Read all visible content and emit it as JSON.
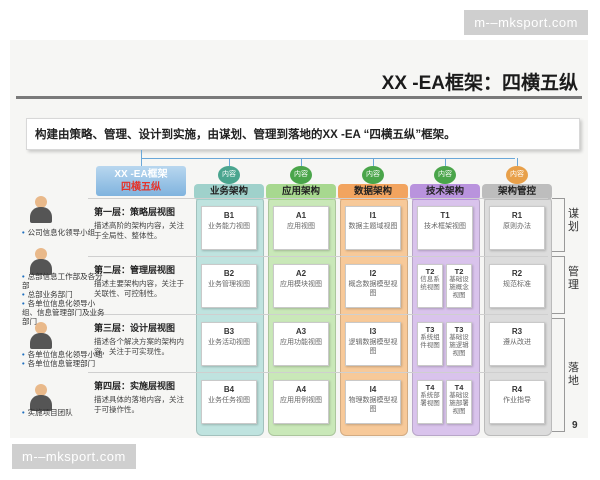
{
  "watermark_top": "m-–mksport.com",
  "watermark_bottom": "m-–mksport.com",
  "title": "XX -EA框架：四横五纵",
  "subtitle": "构建由策略、管理、设计到实施，由谋划、管理到落地的XX -EA “四横五纵”框架。",
  "frame_label": {
    "line1": "XX -EA框架",
    "line2": "四横五纵"
  },
  "badge_text": "内\n容",
  "columns": [
    {
      "name": "业务架构",
      "color": "#bfe3df",
      "head": "#9fd1cb",
      "badge": "#4aa58f"
    },
    {
      "name": "应用架构",
      "color": "#c9e8b8",
      "head": "#a7d88f",
      "badge": "#4aa54a"
    },
    {
      "name": "数据架构",
      "color": "#f7c999",
      "head": "#f2a45f",
      "badge": "#4aa54a"
    },
    {
      "name": "技术架构",
      "color": "#d9c3ec",
      "head": "#b993dd",
      "badge": "#4aa54a"
    },
    {
      "name": "架构管控",
      "color": "#dcdcdc",
      "head": "#bdbdbd",
      "badge": "#e8a04a"
    }
  ],
  "rows": [
    {
      "title": "第一层：策略层视图",
      "desc": "描述高阶的架构内容，关注于全局性、整体性。"
    },
    {
      "title": "第二层：管理层视图",
      "desc": "描述主要架构内容，关注于关联性、可控制性。"
    },
    {
      "title": "第三层：设计层视图",
      "desc": "描述各个解决方案的架构内容，关注于可实现性。"
    },
    {
      "title": "第四层：实施层视图",
      "desc": "描述具体的落地内容，关注于可操作性。"
    }
  ],
  "cells": {
    "r1": [
      {
        "code": "B1",
        "lbl": "业务能力视图"
      },
      {
        "code": "A1",
        "lbl": "应用视图"
      },
      {
        "code": "I1",
        "lbl": "数据主题域视图"
      },
      {
        "code": "T1",
        "lbl": "技术框架视图"
      },
      {
        "code": "R1",
        "lbl": "原则办法"
      }
    ],
    "r2": [
      {
        "code": "B2",
        "lbl": "业务管理视图"
      },
      {
        "code": "A2",
        "lbl": "应用模块视图"
      },
      {
        "code": "I2",
        "lbl": "概念数据模型视图"
      },
      {
        "code": "T2a",
        "disp": "T2",
        "lbl": "信息系统视图"
      },
      {
        "code": "T2b",
        "disp": "T2",
        "lbl": "基础设施概念视图"
      },
      {
        "code": "R2",
        "lbl": "规范标准"
      }
    ],
    "r3": [
      {
        "code": "B3",
        "lbl": "业务活动视图"
      },
      {
        "code": "A3",
        "lbl": "应用功能视图"
      },
      {
        "code": "I3",
        "lbl": "逻辑数据模型视图"
      },
      {
        "code": "T3a",
        "disp": "T3",
        "lbl": "系统组件视图"
      },
      {
        "code": "T3b",
        "disp": "T3",
        "lbl": "基础设施逻辑视图"
      },
      {
        "code": "R3",
        "lbl": "遵从改进"
      }
    ],
    "r4": [
      {
        "code": "B4",
        "lbl": "业务任务视图"
      },
      {
        "code": "A4",
        "lbl": "应用用例视图"
      },
      {
        "code": "I4",
        "lbl": "物理数据模型视图"
      },
      {
        "code": "T4a",
        "disp": "T4",
        "lbl": "系统部署视图"
      },
      {
        "code": "T4b",
        "disp": "T4",
        "lbl": "基础设施部署视图"
      },
      {
        "code": "R4",
        "lbl": "作业指导"
      }
    ]
  },
  "people": [
    [
      "公司信息化领导小组"
    ],
    [
      "总部信息工作部及各分部",
      "总部业务部门",
      "各单位信息化领导小组、信息管理部门及业务部门"
    ],
    [
      "各单位信息化领导小组",
      "各单位信息管理部门"
    ],
    [
      "实施项目团队"
    ]
  ],
  "right_labels": [
    "谋划",
    "管理",
    "落地"
  ],
  "page_number": "9"
}
